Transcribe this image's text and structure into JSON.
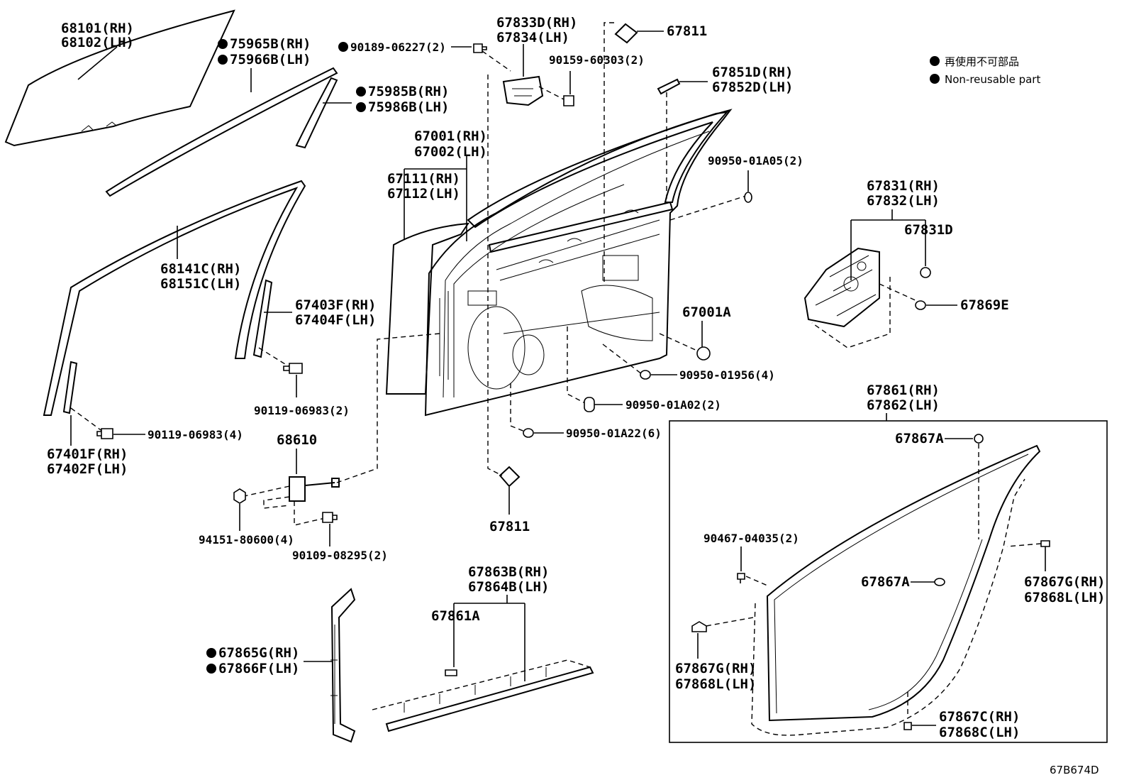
{
  "legend": {
    "jp": "再使用不可部品",
    "en": "Non-reusable part"
  },
  "figure_code": "67B674D",
  "labels": {
    "l68101": "68101(RH)",
    "l68102": "68102(LH)",
    "l75965b": "75965B(RH)",
    "l75966b": "75966B(LH)",
    "l75985b": "75985B(RH)",
    "l75986b": "75986B(LH)",
    "l90189": "90189-06227(2)",
    "l67833d": "67833D(RH)",
    "l67834": "67834(LH)",
    "l90159": "90159-60303(2)",
    "l67811top": "67811",
    "l67851d": "67851D(RH)",
    "l67852d": "67852D(LH)",
    "l67001": "67001(RH)",
    "l67002": "67002(LH)",
    "l67111": "67111(RH)",
    "l67112": "67112(LH)",
    "l90950a05": "90950-01A05(2)",
    "l67831": "67831(RH)",
    "l67832": "67832(LH)",
    "l67831d": "67831D",
    "l67869e": "67869E",
    "l68141c": "68141C(RH)",
    "l68151c": "68151C(LH)",
    "l67403f": "67403F(RH)",
    "l67404f": "67404F(LH)",
    "l67001a": "67001A",
    "l90950_1956": "90950-01956(4)",
    "l90950_a02": "90950-01A02(2)",
    "l90950_a22": "90950-01A22(6)",
    "l90119a": "90119-06983(2)",
    "l90119b": "90119-06983(4)",
    "l67401f": "67401F(RH)",
    "l67402f": "67402F(LH)",
    "l68610": "68610",
    "l94151": "94151-80600(4)",
    "l90109": "90109-08295(2)",
    "l67811bot": "67811",
    "l67861": "67861(RH)",
    "l67862": "67862(LH)",
    "l67867a1": "67867A",
    "l67867a2": "67867A",
    "l90467": "90467-04035(2)",
    "l67867g_r": "67867G(RH)",
    "l67868l_r": "67868L(LH)",
    "l67867g_l": "67867G(RH)",
    "l67868l_l": "67868L(LH)",
    "l67867c": "67867C(RH)",
    "l67868c": "67868C(LH)",
    "l67863b": "67863B(RH)",
    "l67864b": "67864B(LH)",
    "l67861a": "67861A",
    "l67865g": "67865G(RH)",
    "l67866f": "67866F(LH)"
  }
}
